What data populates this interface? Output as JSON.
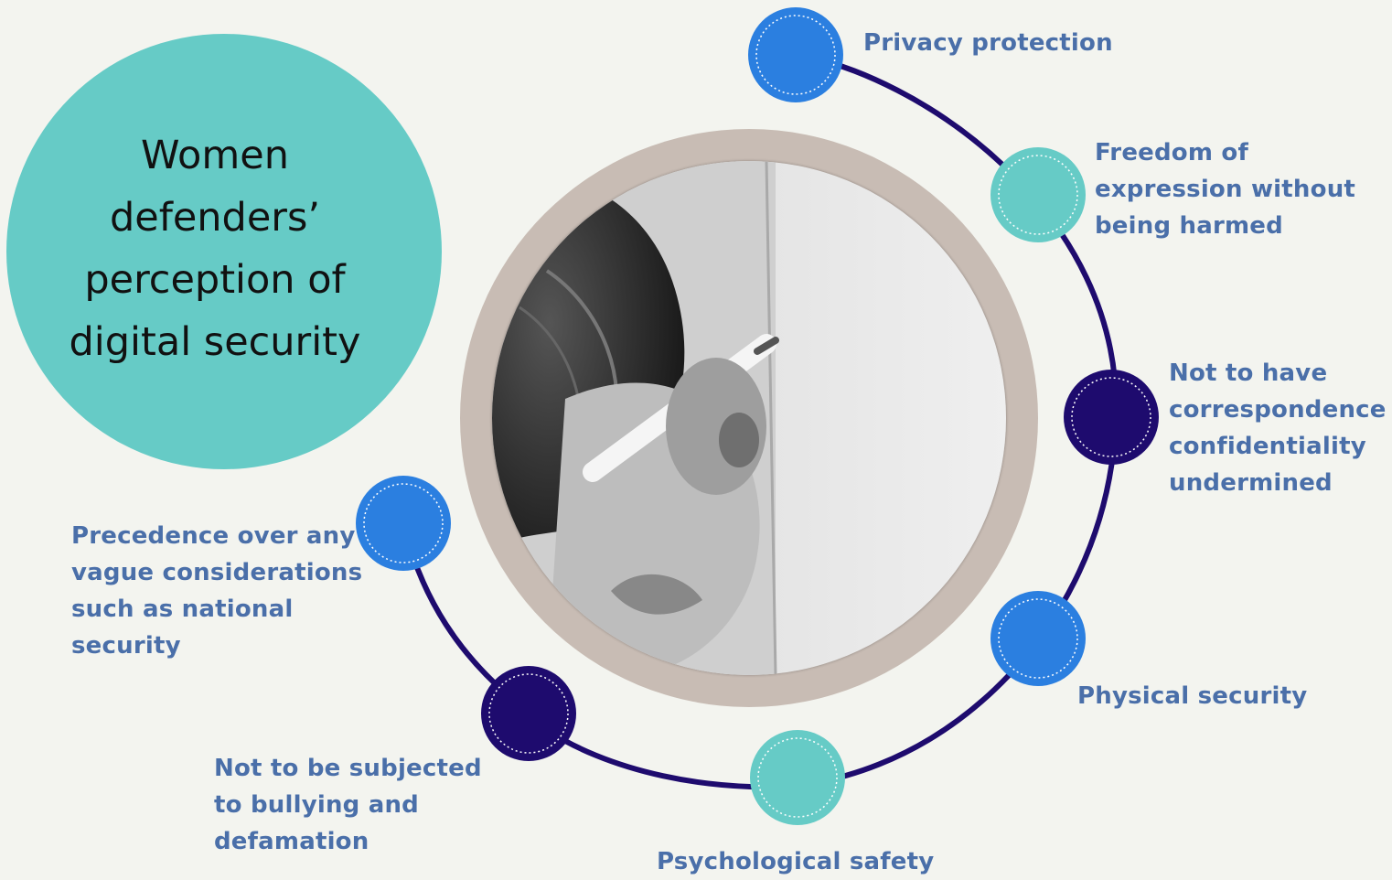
{
  "title": "Women\ndefenders’\nperception of\ndigital security",
  "colors": {
    "background": "#f3f4ef",
    "title_circle": "#66cbc6",
    "connector": "#1e0b6e",
    "node_blue": "#2b7fe0",
    "node_teal": "#66cbc6",
    "node_navy": "#1e0b6e",
    "label_text": "#4a6fa9",
    "photo_ring": "#c8bcb4"
  },
  "photo": {
    "description_icon": "hand-writing-photo"
  },
  "items": [
    {
      "label": "Privacy protection",
      "node_color": "blue"
    },
    {
      "label": "Freedom of\nexpression without\nbeing harmed",
      "node_color": "teal"
    },
    {
      "label": "Not to have\ncorrespondence\nconfidentiality\nundermined",
      "node_color": "navy"
    },
    {
      "label": "Physical security",
      "node_color": "blue"
    },
    {
      "label": "Psychological safety",
      "node_color": "teal"
    },
    {
      "label": "Not to be subjected\nto bullying and\ndefamation",
      "node_color": "navy"
    },
    {
      "label": "Precedence over any\nvague considerations\nsuch as national\nsecurity",
      "node_color": "blue"
    }
  ]
}
